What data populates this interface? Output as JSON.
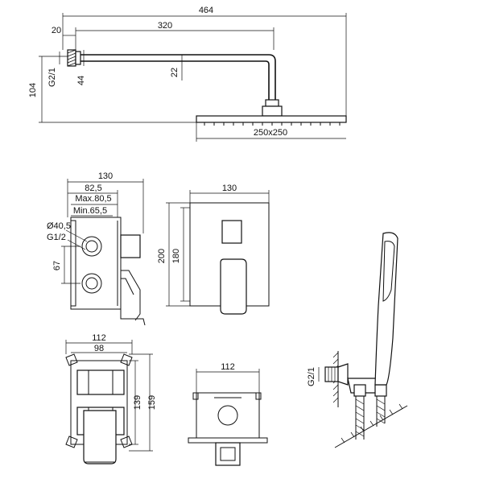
{
  "shower_arm": {
    "dim_total": "464",
    "dim_arm": "320",
    "dim_flange": "20",
    "dim_height": "104",
    "dim_thread": "G2/1",
    "dim_flange_dia": "44",
    "dim_arm_dia": "22",
    "dim_head": "250x250"
  },
  "valve_side": {
    "dim_130": "130",
    "dim_82": "82,5",
    "dim_max": "Max.80,5",
    "dim_min": "Min.65,5",
    "dim_dia": "Ø40,5",
    "dim_g12": "G1/2",
    "dim_67": "67"
  },
  "valve_front": {
    "dim_130": "130",
    "dim_200": "200",
    "dim_180": "180"
  },
  "valve_back": {
    "dim_112": "112",
    "dim_98": "98",
    "dim_139": "139",
    "dim_159": "159"
  },
  "valve_bottom": {
    "dim_112": "112"
  },
  "hand_shower": {
    "dim_thread": "G2/1"
  }
}
